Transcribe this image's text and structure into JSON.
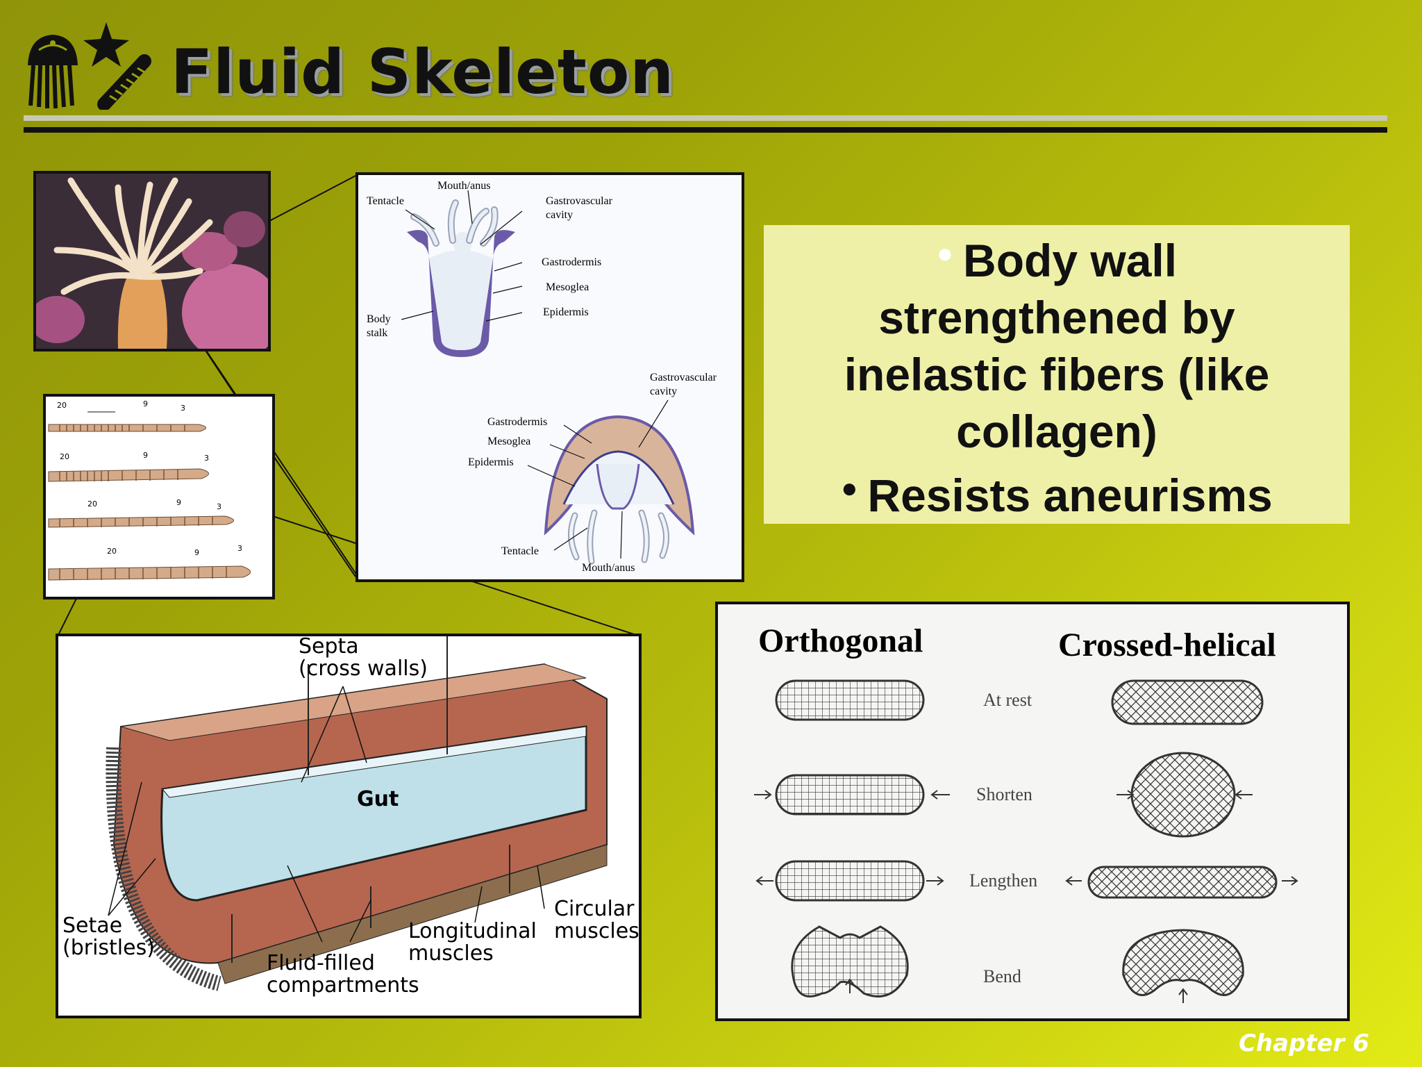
{
  "slide": {
    "title": "Fluid Skeleton",
    "footer": "Chapter 6",
    "bullets": [
      "Body wall strengthened by inelastic fibers (like collagen)",
      "Resists aneurisms"
    ],
    "bullet_lines": [
      "Body wall",
      "strengthened by",
      "inelastic fibers (like",
      "collagen)"
    ]
  },
  "hydra_figure": {
    "polyp_labels": {
      "mouth_anus": "Mouth/anus",
      "tentacle": "Tentacle",
      "gastrovascular_1": "Gastrovascular",
      "gastrovascular_2": "cavity",
      "gastrodermis": "Gastrodermis",
      "mesoglea": "Mesoglea",
      "epidermis": "Epidermis",
      "body_stalk_1": "Body",
      "body_stalk_2": "stalk"
    },
    "medusa_labels": {
      "gastrovascular_1": "Gastrovascular",
      "gastrovascular_2": "cavity",
      "gastrodermis": "Gastrodermis",
      "mesoglea": "Mesoglea",
      "epidermis": "Epidermis",
      "tentacle": "Tentacle",
      "mouth_anus": "Mouth/anus"
    }
  },
  "worm_figure": {
    "rows": [
      [
        "20",
        "9",
        "3"
      ],
      [
        "20",
        "9",
        "3"
      ],
      [
        "20",
        "9",
        "3"
      ],
      [
        "20",
        "9",
        "3"
      ]
    ]
  },
  "earthworm_figure": {
    "septa_1": "Septa",
    "septa_2": "(cross walls)",
    "gut": "Gut",
    "setae_1": "Setae",
    "setae_2": "(bristles)",
    "fluid_1": "Fluid-filled",
    "fluid_2": "compartments",
    "longitudinal_1": "Longitudinal",
    "longitudinal_2": "muscles",
    "circular_1": "Circular",
    "circular_2": "muscles"
  },
  "muscle_figure": {
    "col_left": "Orthogonal",
    "col_right": "Crossed-helical",
    "states": [
      "At rest",
      "Shorten",
      "Lengthen",
      "Bend"
    ]
  },
  "colors": {
    "background_start": "#8f9409",
    "background_end": "#e2ea16",
    "textbox": "#eef0a8",
    "polyp_outer": "#6b5aa8",
    "body_tan": "#d8b59a",
    "worm_flesh": "#c9826e",
    "gut": "#bfe0e8"
  }
}
